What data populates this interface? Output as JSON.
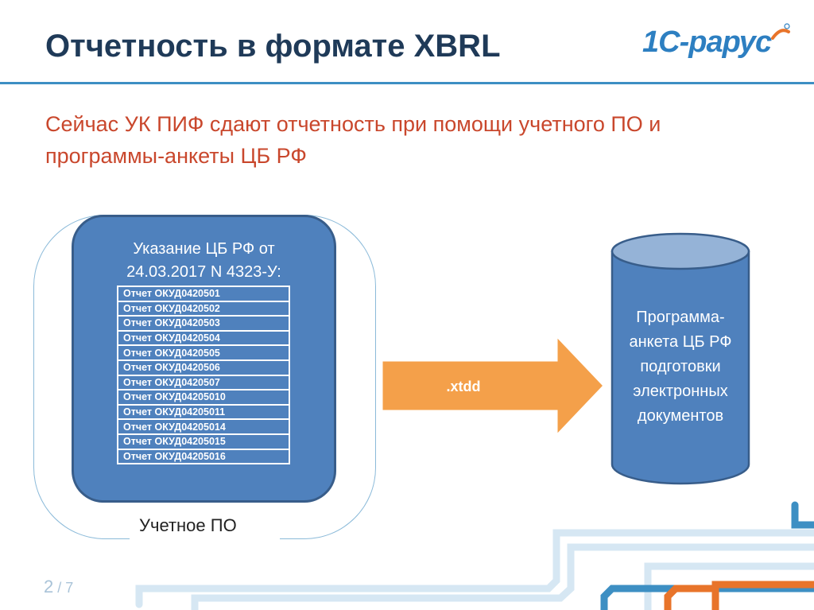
{
  "header": {
    "title": "Отчетность в формате XBRL",
    "logo_text": "1С-рарус"
  },
  "subtitle": "Сейчас УК ПИФ сдают отчетность при помощи учетного ПО и программы-анкеты ЦБ РФ",
  "left_block": {
    "title_line1": "Указание ЦБ РФ от",
    "title_line2": "24.03.2017 N 4323-У:",
    "reports": [
      "Отчет ОКУД0420501",
      "Отчет ОКУД0420502",
      "Отчет ОКУД0420503",
      "Отчет ОКУД0420504",
      "Отчет ОКУД0420505",
      "Отчет ОКУД0420506",
      "Отчет ОКУД0420507",
      "Отчет ОКУД04205010",
      "Отчет ОКУД04205011",
      "Отчет ОКУД04205014",
      "Отчет ОКУД04205015",
      "Отчет ОКУД04205016"
    ],
    "caption": "Учетное ПО"
  },
  "arrow": {
    "label": ".xtdd",
    "color": "#f4a04a"
  },
  "cylinder": {
    "lines": [
      "Программа-",
      "анкета ЦБ РФ",
      "подготовки",
      "электронных",
      "документов"
    ]
  },
  "page": {
    "current": "2",
    "sep_total": " / 7"
  },
  "colors": {
    "title": "#1f3a58",
    "accent_red": "#c9472c",
    "block_blue": "#4f81bd",
    "rule_blue": "#3d8fc3"
  }
}
